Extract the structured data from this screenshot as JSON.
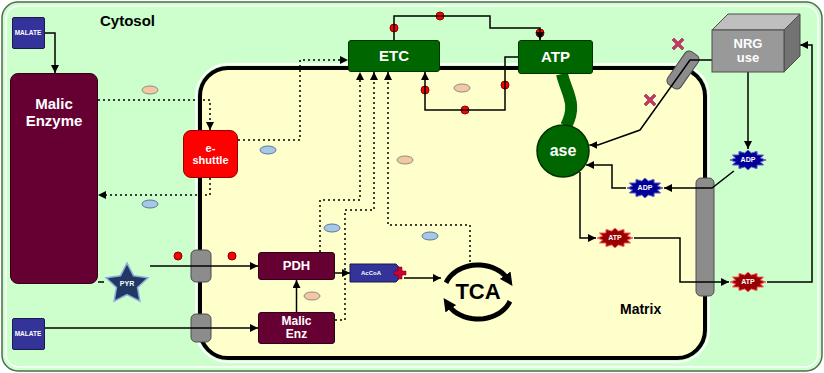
{
  "diagram": {
    "nodes": [
      {
        "text": [
          "Cytosol"
        ]
      },
      {
        "text": [
          "MALATE"
        ],
        "in": 0
      },
      {
        "text": [
          "Malic Enzyme"
        ],
        "in": 0
      },
      {
        "text": [
          "Matrix"
        ],
        "in": 0
      },
      {
        "text": [
          "e-shuttle"
        ],
        "in": 0
      },
      {
        "text": [
          "ETC"
        ],
        "in": 0
      },
      {
        "text": [
          "ATP"
        ],
        "in": 0
      },
      {
        "text": [
          "ase"
        ],
        "in": 3
      },
      {
        "text": [
          "NRG use"
        ],
        "in": 0
      },
      {
        "text": [
          "PYR"
        ],
        "in": 0
      },
      {
        "text": [
          "PDH"
        ],
        "in": 3
      },
      {
        "text": [
          "AcCoA"
        ],
        "in": 3
      },
      {
        "text": [
          "TCA"
        ],
        "in": 3
      },
      {
        "text": [
          "MALATE"
        ],
        "in": 0
      },
      {
        "text": [
          "Malic Enz"
        ],
        "in": 3
      },
      {
        "text": [
          "ADP"
        ],
        "in": 0
      },
      {
        "text": [
          "ADP"
        ],
        "in": 3
      },
      {
        "text": [
          "ATP"
        ],
        "in": 3
      },
      {
        "text": [
          "ATP"
        ],
        "in": 0
      }
    ],
    "edges": [
      {
        "from": 1,
        "to": 2,
        "arrow": "to"
      },
      {
        "from": 2,
        "to": 9,
        "arrow": "none"
      },
      {
        "from": 9,
        "to": 10,
        "arrow": "to"
      },
      {
        "from": 10,
        "to": 11,
        "arrow": "to"
      },
      {
        "from": 11,
        "to": 12,
        "arrow": "to"
      },
      {
        "from": 13,
        "to": 14,
        "arrow": "to"
      },
      {
        "from": 14,
        "to": 10,
        "arrow": "to"
      },
      {
        "from": 5,
        "to": 6,
        "arrow": "to"
      },
      {
        "from": 6,
        "to": 5,
        "arrow": "to"
      },
      {
        "from": 4,
        "to": 5,
        "arrow": "to"
      },
      {
        "from": 10,
        "to": 5,
        "arrow": "to"
      },
      {
        "from": 14,
        "to": 5,
        "arrow": "to"
      },
      {
        "from": 12,
        "to": 5,
        "arrow": "to"
      },
      {
        "from": 2,
        "to": 4,
        "arrow": "to"
      },
      {
        "from": 4,
        "to": 2,
        "arrow": "to"
      },
      {
        "from": 7,
        "to": 17,
        "arrow": "to"
      },
      {
        "from": 16,
        "to": 7,
        "arrow": "to"
      },
      {
        "from": 8,
        "to": 15,
        "arrow": "to"
      },
      {
        "from": 15,
        "to": 16,
        "arrow": "to"
      },
      {
        "from": 17,
        "to": 18,
        "arrow": "to"
      },
      {
        "from": 18,
        "to": 8,
        "arrow": "to"
      },
      {
        "from": 8,
        "to": 7,
        "arrow": "to"
      }
    ]
  }
}
